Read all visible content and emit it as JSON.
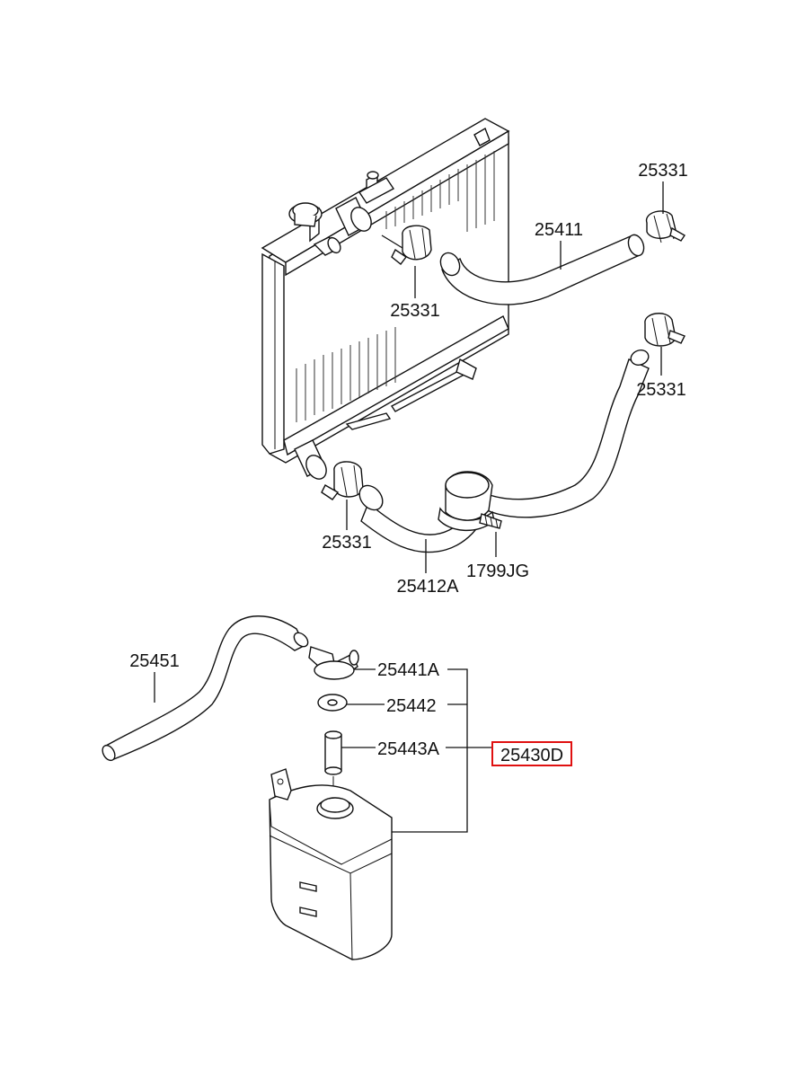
{
  "diagram": {
    "callouts": {
      "c1_25331_top_right": "25331",
      "c2_25411": "25411",
      "c3_25331_mid": "25331",
      "c4_25331_right": "25331",
      "c5_25331_bottom_left": "25331",
      "c6_25412A": "25412A",
      "c7_1799JG": "1799JG",
      "c8_25451": "25451",
      "c9_25441A": "25441A",
      "c10_25442": "25442",
      "c11_25443A": "25443A",
      "c12_25430D": "25430D"
    },
    "highlight_color": "#e01010"
  }
}
